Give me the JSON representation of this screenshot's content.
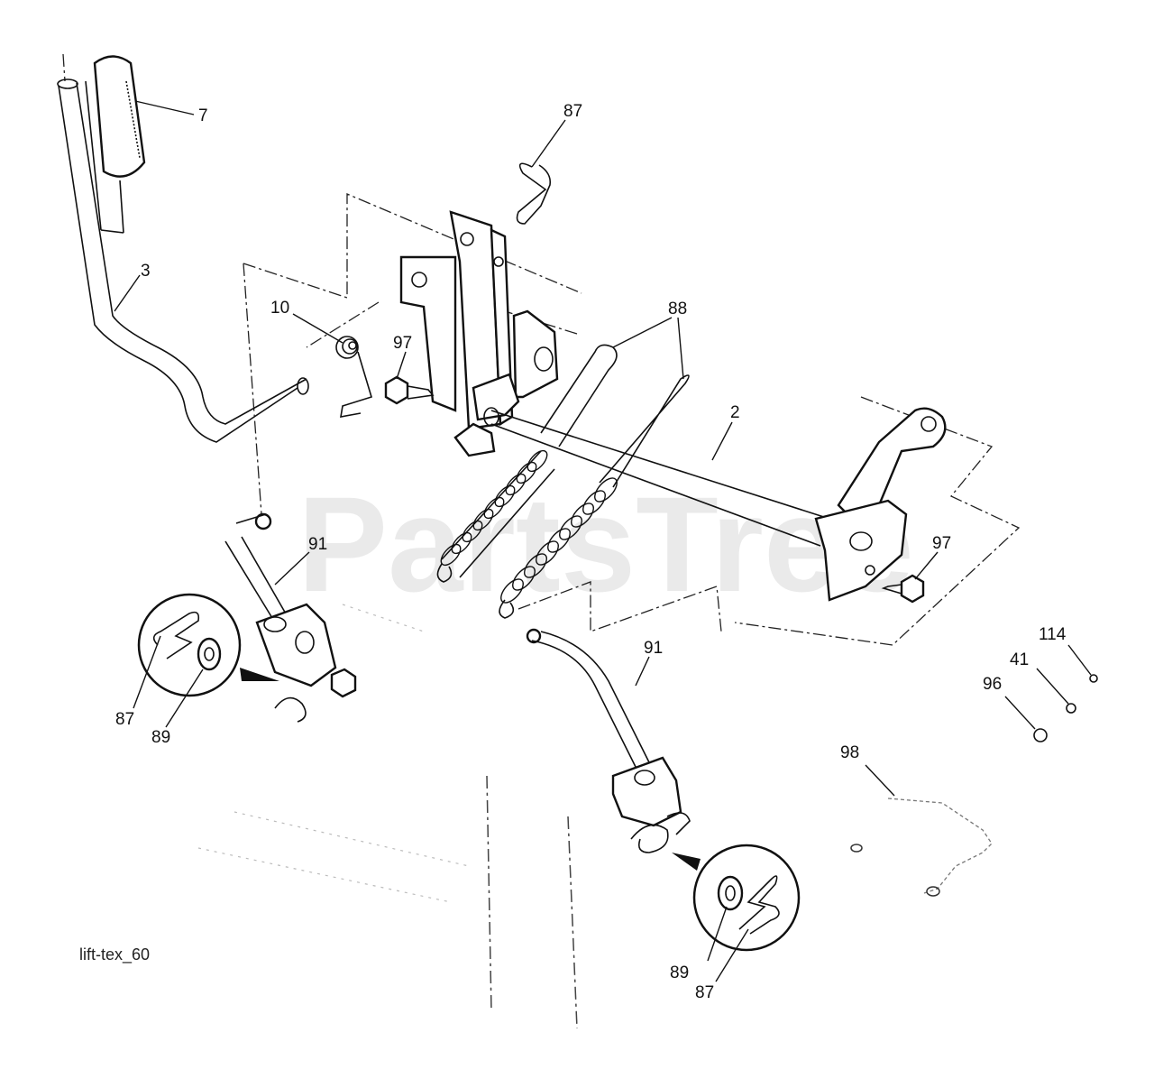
{
  "watermark": "PartsTree",
  "diagram_code": "lift-tex_60",
  "callouts": {
    "c7": "7",
    "c3": "3",
    "c87_top": "87",
    "c10": "10",
    "c97_left": "97",
    "c88": "88",
    "c2": "2",
    "c91_left": "91",
    "c97_right": "97",
    "c87_left": "87",
    "c89_left": "89",
    "c91_right": "91",
    "c114": "114",
    "c41": "41",
    "c96": "96",
    "c98": "98",
    "c89_right": "89",
    "c87_right": "87"
  }
}
